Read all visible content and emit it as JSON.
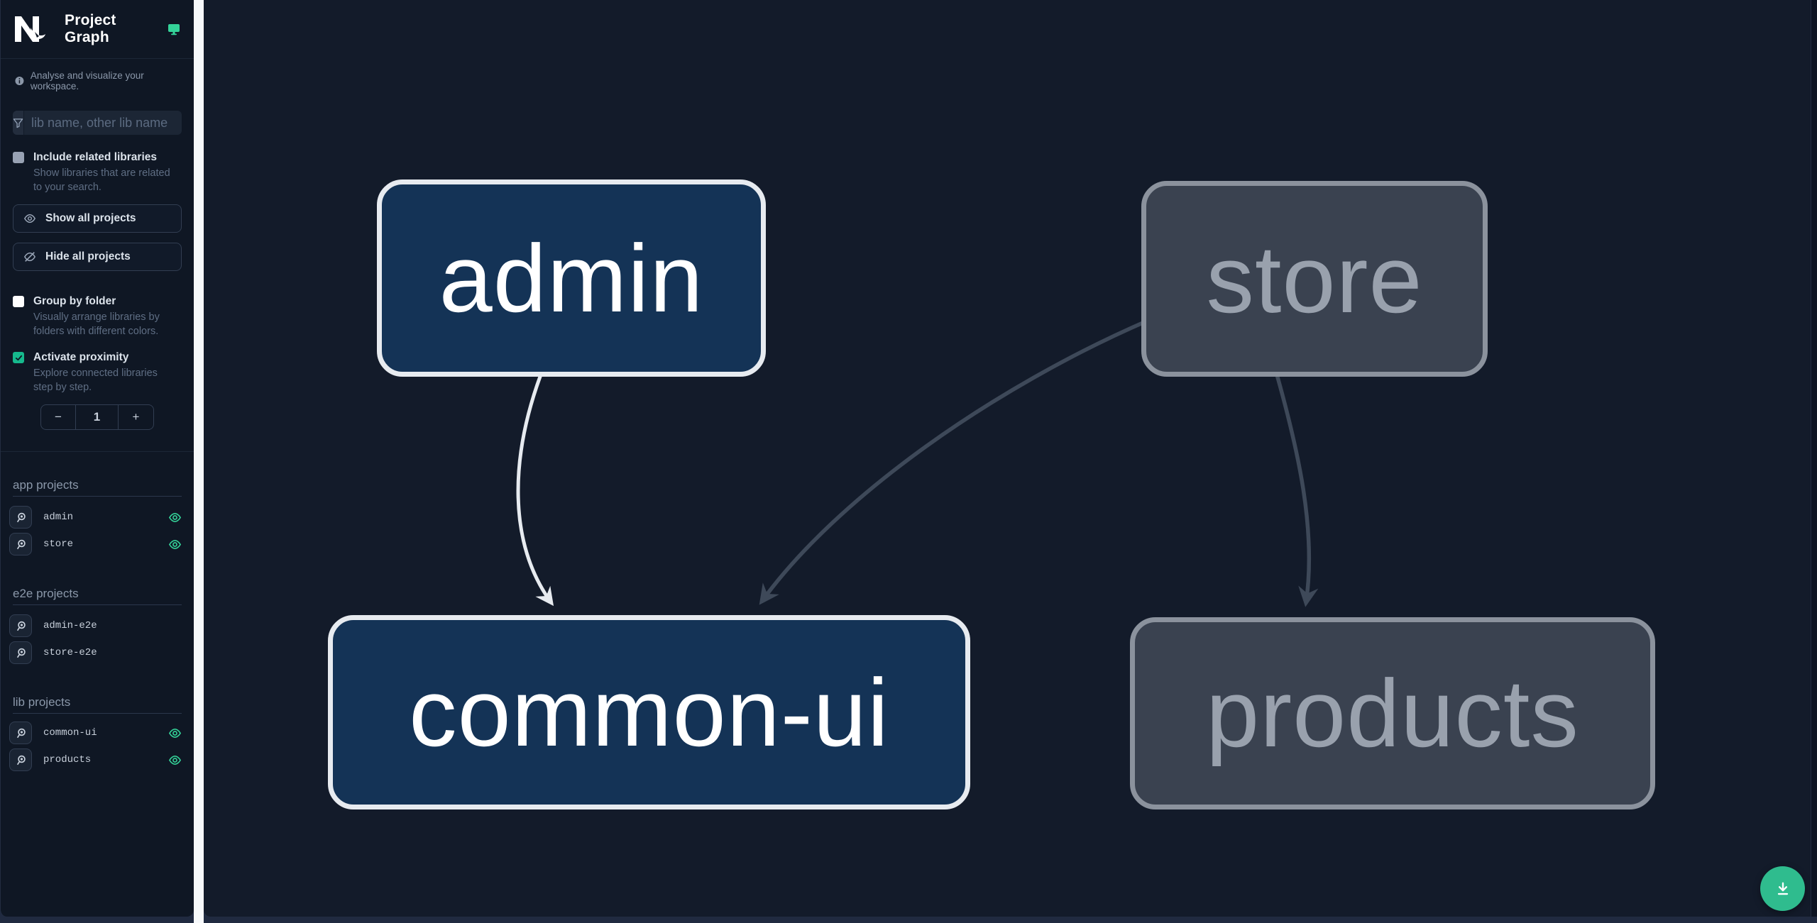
{
  "app": {
    "title": "Project Graph"
  },
  "subtitle": "Analyse and visualize your workspace.",
  "search": {
    "placeholder": "lib name, other lib name"
  },
  "filters": {
    "include_related": {
      "label": "Include related libraries",
      "description": "Show libraries that are related to your search.",
      "checked": false
    },
    "group_by_folder": {
      "label": "Group by folder",
      "description": "Visually arrange libraries by folders with different colors.",
      "checked": false
    },
    "activate_proximity": {
      "label": "Activate proximity",
      "description": "Explore connected libraries step by step.",
      "checked": true
    }
  },
  "buttons": {
    "show_all": "Show all projects",
    "hide_all": "Hide all projects"
  },
  "stepper": {
    "decrement": "−",
    "value": "1",
    "increment": "+"
  },
  "sections": [
    {
      "title": "app projects",
      "items": [
        {
          "name": "admin",
          "visible": true
        },
        {
          "name": "store",
          "visible": true
        }
      ]
    },
    {
      "title": "e2e projects",
      "items": [
        {
          "name": "admin-e2e",
          "visible": false
        },
        {
          "name": "store-e2e",
          "visible": false
        }
      ]
    },
    {
      "title": "lib projects",
      "items": [
        {
          "name": "common-ui",
          "visible": true
        },
        {
          "name": "products",
          "visible": true
        }
      ]
    }
  ],
  "graph": {
    "nodes": [
      {
        "id": "admin",
        "label": "admin",
        "state": "highlighted"
      },
      {
        "id": "store",
        "label": "store",
        "state": "dimmed"
      },
      {
        "id": "common-ui",
        "label": "common-ui",
        "state": "highlighted"
      },
      {
        "id": "products",
        "label": "products",
        "state": "dimmed"
      }
    ],
    "edges": [
      {
        "source": "admin",
        "target": "common-ui",
        "state": "highlighted"
      },
      {
        "source": "store",
        "target": "common-ui",
        "state": "dimmed"
      },
      {
        "source": "store",
        "target": "products",
        "state": "dimmed"
      }
    ]
  },
  "colors": {
    "accent": "#34d399",
    "fab": "#2fbc8e",
    "sidebar_bg": "#0f1724",
    "canvas_bg": "#131b2a",
    "node_highlight_fill": "#143356",
    "node_highlight_border": "#e7ebf0",
    "node_dim_fill": "#3a4250",
    "node_dim_border": "#8b929d",
    "edge_highlight": "#e7ebf0",
    "edge_dim": "#3e4959"
  }
}
